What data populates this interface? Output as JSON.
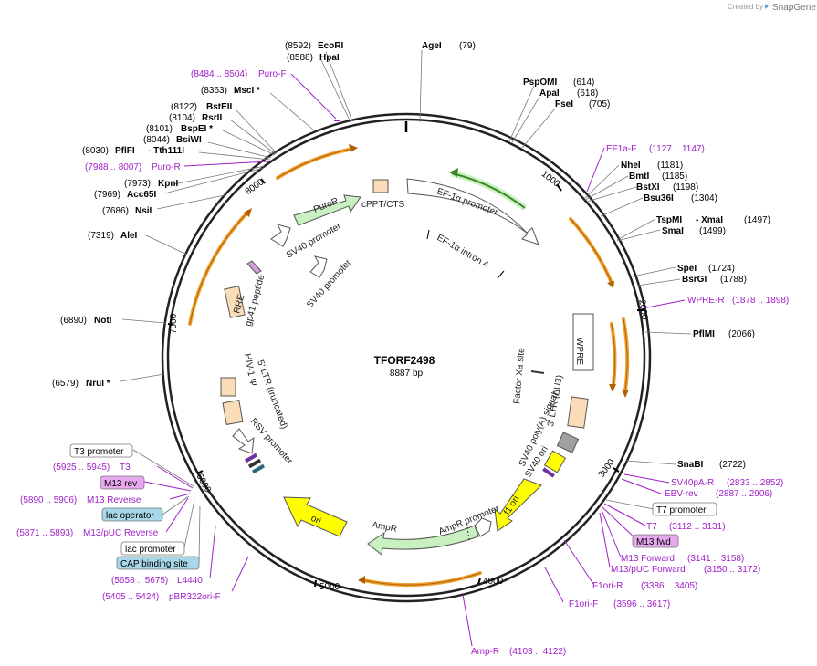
{
  "header": {
    "created_by": "Created by",
    "brand": "SnapGene"
  },
  "plasmid": {
    "name": "TFORF2498",
    "size": "8887 bp"
  },
  "ticks": [
    "1000",
    "2000",
    "3000",
    "4000",
    "5000",
    "6000",
    "7000",
    "8000"
  ],
  "enzymes": {
    "ecori": {
      "pos": "(8592)",
      "name": "EcoRI"
    },
    "hpai": {
      "pos": "(8588)",
      "name": "HpaI"
    },
    "agei": {
      "name": "AgeI",
      "pos": "(79)"
    },
    "pspomi": {
      "name": "PspOMI",
      "pos": "(614)"
    },
    "apai": {
      "name": "ApaI",
      "pos": "(618)"
    },
    "fsei": {
      "name": "FseI",
      "pos": "(705)"
    },
    "msci": {
      "pos": "(8363)",
      "name": "MscI *"
    },
    "bsteii": {
      "pos": "(8122)",
      "name": "BstEII"
    },
    "rsrii": {
      "pos": "(8104)",
      "name": "RsrII"
    },
    "bspei": {
      "pos": "(8101)",
      "name": "BspEI *"
    },
    "bsiwi": {
      "pos": "(8044)",
      "name": "BsiWI"
    },
    "pflfi": {
      "pos": "(8030)",
      "name": "PflFI"
    },
    "tth111i": {
      "name": "- Tth111I"
    },
    "kpni": {
      "pos": "(7973)",
      "name": "KpnI"
    },
    "acc65i": {
      "pos": "(7969)",
      "name": "Acc65I"
    },
    "nsii": {
      "pos": "(7686)",
      "name": "NsiI"
    },
    "alei": {
      "pos": "(7319)",
      "name": "AleI"
    },
    "noti": {
      "pos": "(6890)",
      "name": "NotI"
    },
    "nrui": {
      "pos": "(6579)",
      "name": "NruI *"
    },
    "nhei": {
      "name": "NheI",
      "pos": "(1181)"
    },
    "bmti": {
      "name": "BmtI",
      "pos": "(1185)"
    },
    "bstxi": {
      "name": "BstXI",
      "pos": "(1198)"
    },
    "bsu36i": {
      "name": "Bsu36I",
      "pos": "(1304)"
    },
    "tspmi": {
      "name": "TspMI"
    },
    "xmai": {
      "name": "- XmaI",
      "pos": "(1497)"
    },
    "smai": {
      "name": "SmaI",
      "pos": "(1499)"
    },
    "spei": {
      "name": "SpeI",
      "pos": "(1724)"
    },
    "bsrgi": {
      "name": "BsrGI",
      "pos": "(1788)"
    },
    "pflmi": {
      "name": "PflMI",
      "pos": "(2066)"
    },
    "snabi": {
      "name": "SnaBI",
      "pos": "(2722)"
    }
  },
  "primers": {
    "puro_f": {
      "range": "(8484 .. 8504)",
      "name": "Puro-F"
    },
    "puro_r": {
      "range": "(7988 .. 8007)",
      "name": "Puro-R"
    },
    "ef1a_f": {
      "name": "EF1a-F",
      "range": "(1127 .. 1147)"
    },
    "wpre_r": {
      "name": "WPRE-R",
      "range": "(1878 .. 1898)"
    },
    "sv40pa_r": {
      "name": "SV40pA-R",
      "range": "(2833 .. 2852)"
    },
    "ebv_rev": {
      "name": "EBV-rev",
      "range": "(2887 .. 2906)"
    },
    "t7_box": {
      "name": "T7 promoter"
    },
    "t7": {
      "name": "T7",
      "range": "(3112 .. 3131)"
    },
    "m13fwd_box": {
      "name": "M13 fwd"
    },
    "m13_forward": {
      "name": "M13 Forward",
      "range": "(3141 .. 3158)"
    },
    "m13puc_forward": {
      "name": "M13/pUC Forward",
      "range": "(3150 .. 3172)"
    },
    "f1ori_r": {
      "name": "F1ori-R",
      "range": "(3386 .. 3405)"
    },
    "f1ori_f": {
      "name": "F1ori-F",
      "range": "(3596 .. 3617)"
    },
    "amp_r": {
      "name": "Amp-R",
      "range": "(4103 .. 4122)"
    },
    "t3_box": {
      "name": "T3 promoter"
    },
    "t3": {
      "range": "(5925 .. 5945)",
      "name": "T3"
    },
    "m13rev_box": {
      "name": "M13 rev"
    },
    "m13_reverse": {
      "range": "(5890 .. 5906)",
      "name": "M13 Reverse"
    },
    "lacop_box": {
      "name": "lac operator"
    },
    "m13puc_reverse": {
      "range": "(5871 .. 5893)",
      "name": "M13/pUC Reverse"
    },
    "lacprom_box": {
      "name": "lac promoter"
    },
    "cap_box": {
      "name": "CAP binding site"
    },
    "l4440": {
      "range": "(5658 .. 5675)",
      "name": "L4440"
    },
    "pbr322ori_f": {
      "range": "(5405 .. 5424)",
      "name": "pBR322ori-F"
    }
  },
  "features": {
    "ef1a_promoter": "EF-1α promoter",
    "ef1a_intron": "EF-1α intron A",
    "cppt": "cPPT/CTS",
    "puror": "PuroR",
    "sv40_promoter_1": "SV40 promoter",
    "sv40_promoter_2": "SV40 promoter",
    "gp41": "gp41 peptide",
    "rre": "RRE",
    "ltr5": "5' LTR (truncated)",
    "hiv_psi": "HIV-1 Ψ",
    "rsv": "RSV promoter",
    "wpre": "WPRE",
    "factor_xa": "Factor Xa site",
    "ltr3": "3' LTR (ΔU3)",
    "sv40_polya": "SV40 poly(A) signal",
    "sv40_ori": "SV40 ori",
    "f1_ori": "f1 ori",
    "ampr_promoter": "AmpR promoter",
    "ampr": "AmpR",
    "ori": "ori"
  },
  "colors": {
    "backbone": "#222222",
    "primer": "#a020c8",
    "orange_arrow": "#f0a030",
    "green_arrow": "#c8f0c0",
    "yellow_arrow": "#ffff00",
    "peach_box": "#fbdcb8",
    "cyan_box": "#a8d8e8",
    "violet_box": "#e8a8f0"
  }
}
